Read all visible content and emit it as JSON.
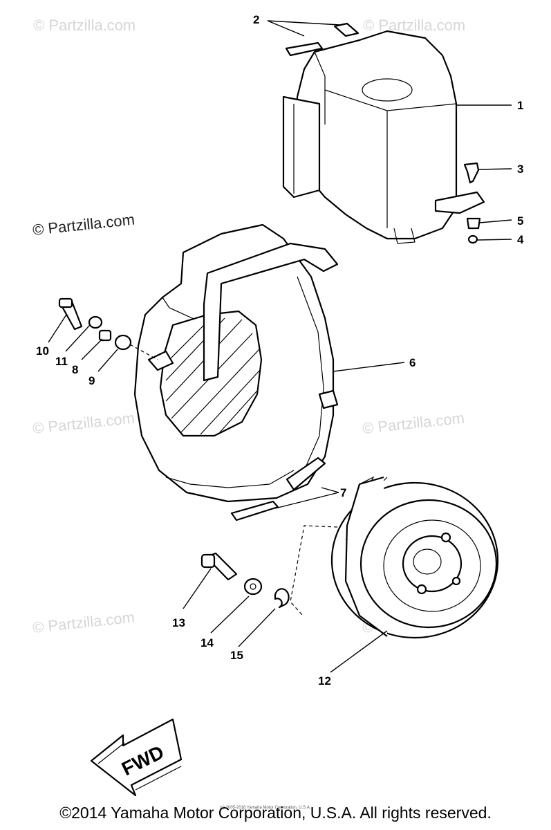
{
  "watermarks": {
    "main": "© Partzilla.com",
    "faint": "© Partzilla.com"
  },
  "callouts": {
    "c1": "1",
    "c2": "2",
    "c3": "3",
    "c4": "4",
    "c5": "5",
    "c6": "6",
    "c7": "7",
    "c8": "8",
    "c9": "9",
    "c10": "10",
    "c11": "11",
    "c12": "12",
    "c13": "13",
    "c14": "14",
    "c15": "15"
  },
  "fwd_arrow": {
    "label": "FWD"
  },
  "footer": {
    "copyright": "©2014 Yamaha Motor Corporation, U.S.A. All rights reserved.",
    "small_print": "(c) 2005-2016 Yamaha Motor Corporation, U.S.A."
  }
}
